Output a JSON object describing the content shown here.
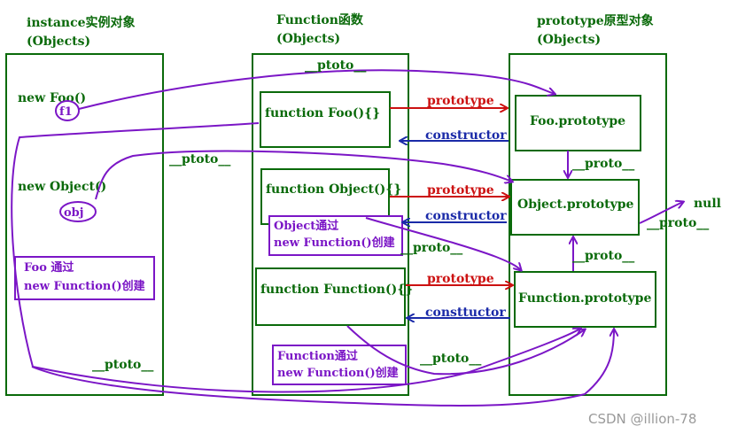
{
  "headers": {
    "instance": {
      "title": "instance实例对象",
      "sub": "(Objects)"
    },
    "function": {
      "title": "Function函数",
      "sub": "(Objects)"
    },
    "prototype": {
      "title": "prototype原型对象",
      "sub": "(Objects)"
    }
  },
  "instances": {
    "new_foo": "new Foo()",
    "f1": "f1",
    "new_object": "new Object()",
    "obj": "obj",
    "foo_note": [
      "Foo 通过",
      "new Function()创建"
    ]
  },
  "functions": {
    "foo": "function Foo(){}",
    "object": "function Object(){}",
    "object_note": [
      "Object通过",
      "new Function()创建"
    ],
    "function": "function Function(){}",
    "function_note": [
      "Function通过",
      "new Function()创建"
    ]
  },
  "prototypes": {
    "foo": "Foo.prototype",
    "object": "Object.prototype",
    "function": "Function.prototype",
    "null": "null"
  },
  "links": {
    "prototype": "prototype",
    "constructor": "constructor",
    "constructor_typo": "consttuctor",
    "ptoto": "__ptoto__",
    "proto": "__proto__"
  },
  "watermark": "CSDN @illion-78",
  "colors": {
    "green": "#0a6a0a",
    "purple": "#7b16c6",
    "red": "#cc1111",
    "blue": "#1a2aa8"
  }
}
